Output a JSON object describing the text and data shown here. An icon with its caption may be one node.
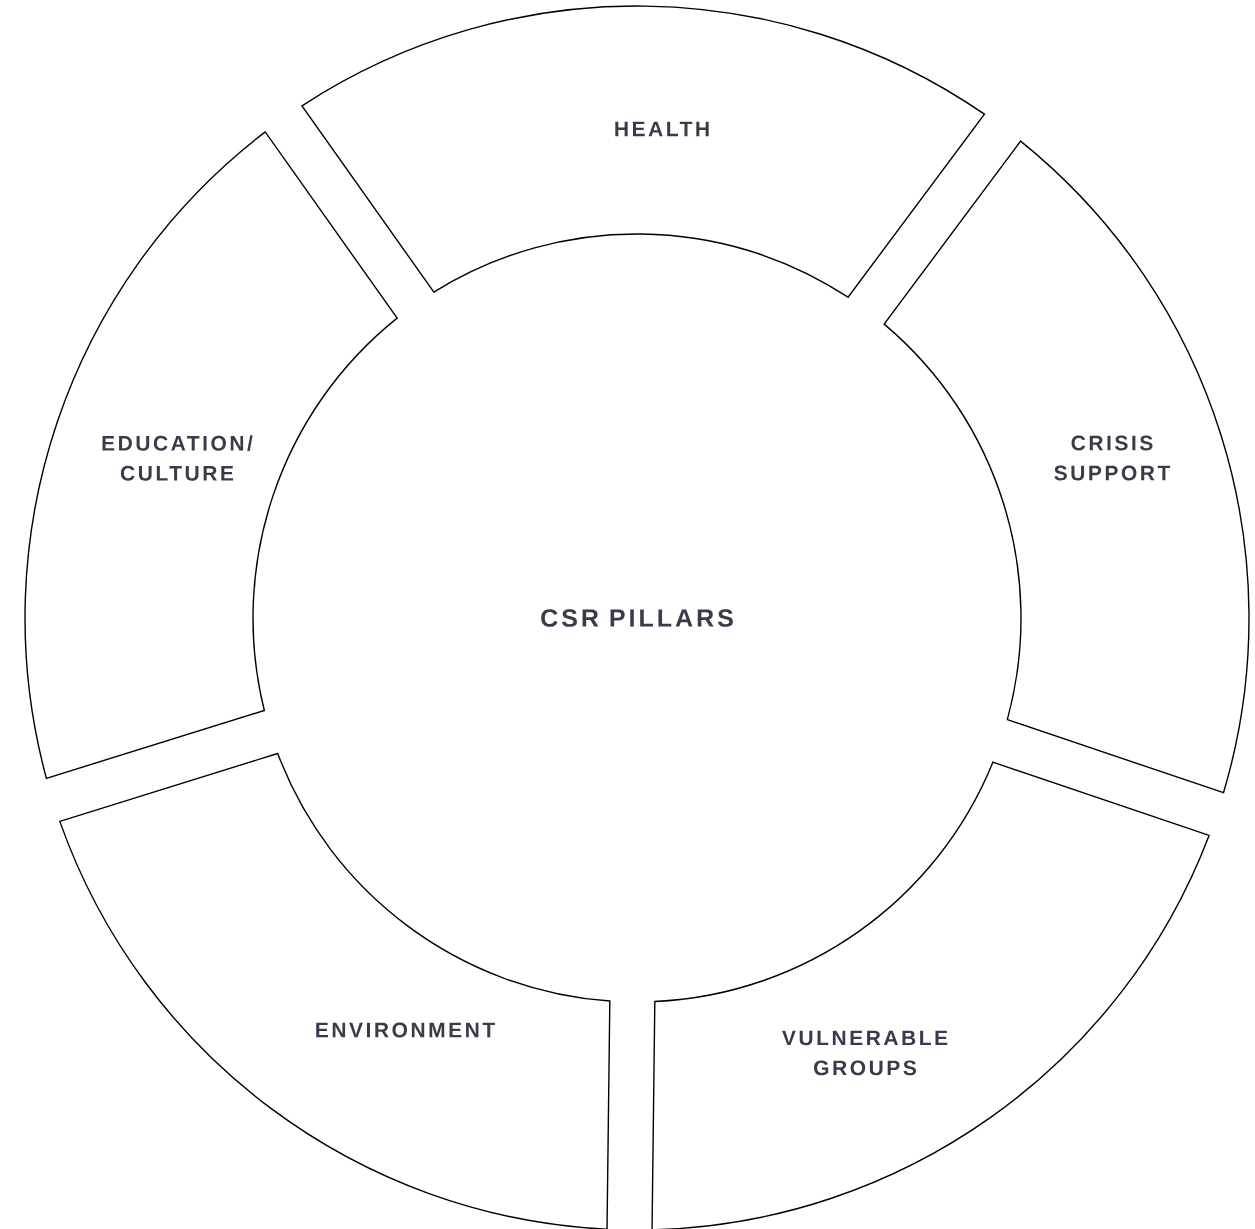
{
  "diagram": {
    "nodes": [
      {
        "text": [
          "HEALTH"
        ]
      },
      {
        "text": [
          "EDUCATION/ CULTURE"
        ]
      },
      {
        "text": [
          "CRISIS SUPPORT"
        ]
      },
      {
        "text": [
          "ENVIRONMENT"
        ]
      },
      {
        "text": [
          "VULNERABLE GROUPS"
        ]
      }
    ],
    "labels": [
      "CSR PILLARS"
    ]
  }
}
